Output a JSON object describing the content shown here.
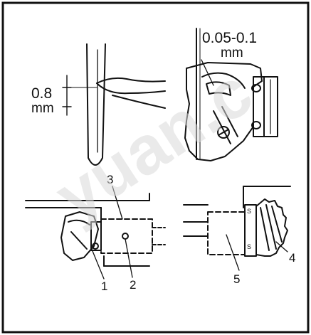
{
  "figure": {
    "panel_top_left": {
      "dimension": "0.8",
      "unit": "mm"
    },
    "panel_top_right": {
      "dimension": "0.05-0.1",
      "unit": "mm"
    },
    "callouts": {
      "c1": "1",
      "c2": "2",
      "c3": "3",
      "c4": "4",
      "c5": "5"
    }
  },
  "watermark": {
    "text": "yuan.c",
    "color": "#d9d9d9"
  },
  "colors": {
    "ink": "#111111",
    "background": "#ffffff"
  }
}
